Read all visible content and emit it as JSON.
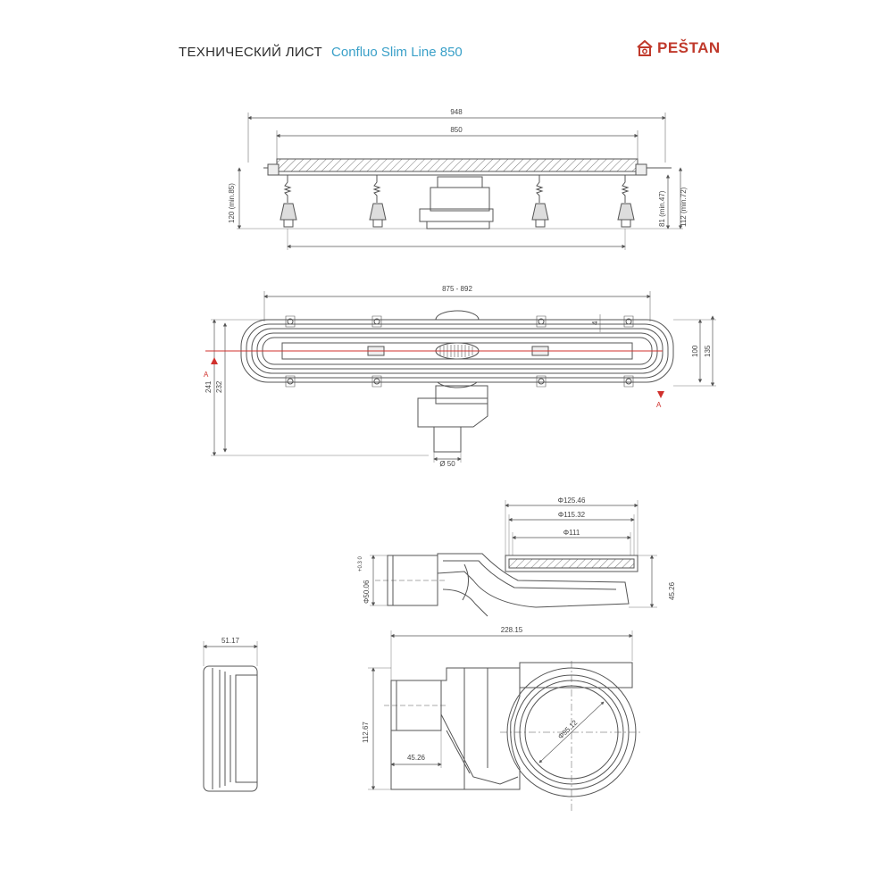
{
  "header": {
    "doc_type": "ТЕХНИЧЕСКИЙ ЛИСТ",
    "product": "Confluo Slim Line 850",
    "brand": "PEŠTAN"
  },
  "colors": {
    "brand_red": "#c0392b",
    "product_blue": "#3aa0c8",
    "line": "#555555",
    "section_line": "#d0312d"
  },
  "views": {
    "side": {
      "overall_length": "948",
      "channel_length": "850",
      "left_height": "120 (min.85)",
      "right_height_1": "81 (min.47)",
      "right_height_2": "112 (min.72)"
    },
    "top": {
      "adjust_range": "875 - 892",
      "width_1": "241",
      "width_2": "232",
      "right_1": "100",
      "right_2": "135",
      "right_small": "4",
      "outlet_dia": "Ø 50",
      "section_left": "A",
      "section_right": "A"
    },
    "siphon_section": {
      "d1": "Φ125.46",
      "d2": "Φ115.32",
      "d3": "Φ111",
      "pipe_dia": "Φ50.06",
      "tolerance": "+0.3 0",
      "height": "45.26"
    },
    "siphon_top": {
      "length": "228.15",
      "height": "112.67",
      "outlet_len": "45.26",
      "bowl_dia": "Φ95.12"
    },
    "end_view": {
      "width": "51.17"
    }
  }
}
